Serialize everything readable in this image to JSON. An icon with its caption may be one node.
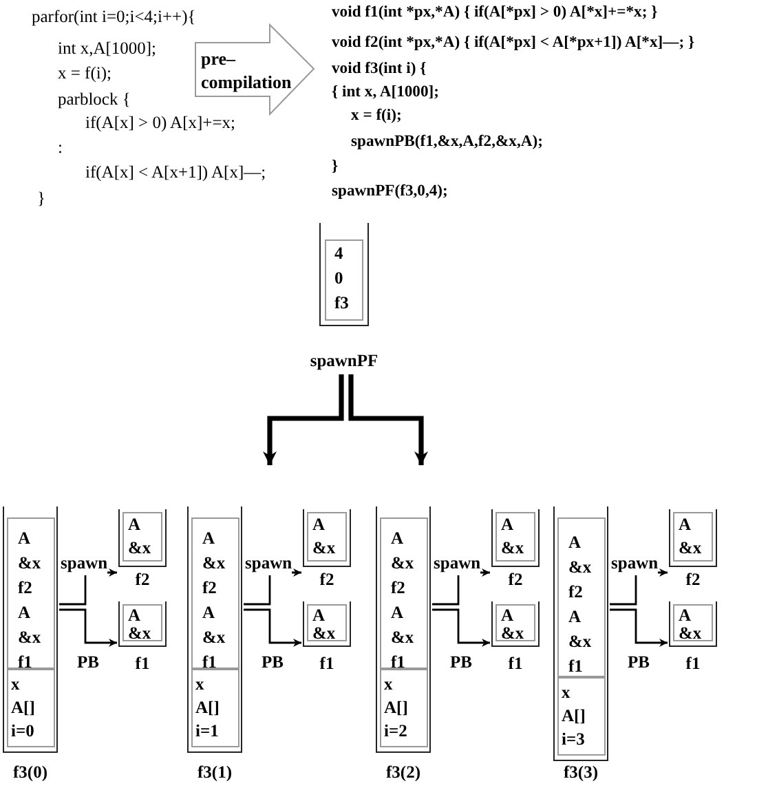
{
  "diagram": {
    "nodes": [
      {
        "text": [
          "parfor(int i=0;i<4;i++){",
          "int x,A[1000];",
          "x = f(i);",
          "parblock {",
          "if(A[x] > 0) A[x]+=x;",
          ":",
          "if(A[x] < A[x+1]) A[x]––;",
          "}"
        ]
      },
      {
        "text": [
          "void f1(int *px,*A) { if(A[*px] > 0) A[*x]+=*x; }",
          "void f2(int *px,*A) { if(A[*px] < A[*px+1]) A[*x]––; }",
          "void f3(int i)     {",
          "{  int x, A[1000];",
          "x = f(i);",
          "spawnPB(f1,&x,A,f2,&x,A);",
          "}",
          "spawnPF(f3,0,4);"
        ]
      },
      {
        "text": [
          "spawnPF"
        ]
      },
      {
        "text": [
          "4",
          "0",
          "f3"
        ],
        "in": 2
      },
      {
        "text": [
          "f3(0)"
        ]
      },
      {
        "text": [
          "A",
          "&x",
          "f2",
          "A",
          "&x",
          "f1"
        ],
        "in": 4
      },
      {
        "text": [
          "x",
          "A[]",
          "i=0"
        ],
        "in": 4
      },
      {
        "text": [
          "f2"
        ]
      },
      {
        "text": [
          "A",
          "&x"
        ],
        "in": 7
      },
      {
        "text": [
          "f1"
        ]
      },
      {
        "text": [
          "A",
          "&x"
        ],
        "in": 9
      },
      {
        "text": [
          "f3(1)"
        ]
      },
      {
        "text": [
          "A",
          "&x",
          "f2",
          "A",
          "&x",
          "f1"
        ],
        "in": 11
      },
      {
        "text": [
          "x",
          "A[]",
          "i=1"
        ],
        "in": 11
      },
      {
        "text": [
          "f2"
        ]
      },
      {
        "text": [
          "A",
          "&x"
        ],
        "in": 14
      },
      {
        "text": [
          "f1"
        ]
      },
      {
        "text": [
          "A",
          "&x"
        ],
        "in": 16
      },
      {
        "text": [
          "f3(2)"
        ]
      },
      {
        "text": [
          "A",
          "&x",
          "f2",
          "A",
          "&x",
          "f1"
        ],
        "in": 18
      },
      {
        "text": [
          "x",
          "A[]",
          "i=2"
        ],
        "in": 18
      },
      {
        "text": [
          "f2"
        ]
      },
      {
        "text": [
          "A",
          "&x"
        ],
        "in": 21
      },
      {
        "text": [
          "f1"
        ]
      },
      {
        "text": [
          "A",
          "&x"
        ],
        "in": 23
      },
      {
        "text": [
          "f3(3)"
        ]
      },
      {
        "text": [
          "A",
          "&x",
          "f2",
          "A",
          "&x",
          "f1"
        ],
        "in": 25
      },
      {
        "text": [
          "x",
          "A[]",
          "i=3"
        ],
        "in": 25
      },
      {
        "text": [
          "f2"
        ]
      },
      {
        "text": [
          "A",
          "&x"
        ],
        "in": 28
      },
      {
        "text": [
          "f1"
        ]
      },
      {
        "text": [
          "A",
          "&x"
        ],
        "in": 30
      }
    ],
    "edges": [
      {
        "from": 0,
        "to": 1,
        "arrow": "to",
        "label": "pre– compilation"
      },
      {
        "from": 2,
        "to": 11,
        "arrow": "to",
        "style": "thick"
      },
      {
        "from": 2,
        "to": 18,
        "arrow": "to",
        "style": "thick"
      },
      {
        "from": 4,
        "to": 7,
        "arrow": "to",
        "label": "spawn"
      },
      {
        "from": 4,
        "to": 9,
        "arrow": "to",
        "label": "PB"
      },
      {
        "from": 11,
        "to": 14,
        "arrow": "to",
        "label": "spawn"
      },
      {
        "from": 11,
        "to": 16,
        "arrow": "to",
        "label": "PB"
      },
      {
        "from": 18,
        "to": 21,
        "arrow": "to",
        "label": "spawn"
      },
      {
        "from": 18,
        "to": 23,
        "arrow": "to",
        "label": "PB"
      },
      {
        "from": 25,
        "to": 28,
        "arrow": "to",
        "label": "spawn"
      },
      {
        "from": 25,
        "to": 30,
        "arrow": "to",
        "label": "PB"
      }
    ]
  }
}
